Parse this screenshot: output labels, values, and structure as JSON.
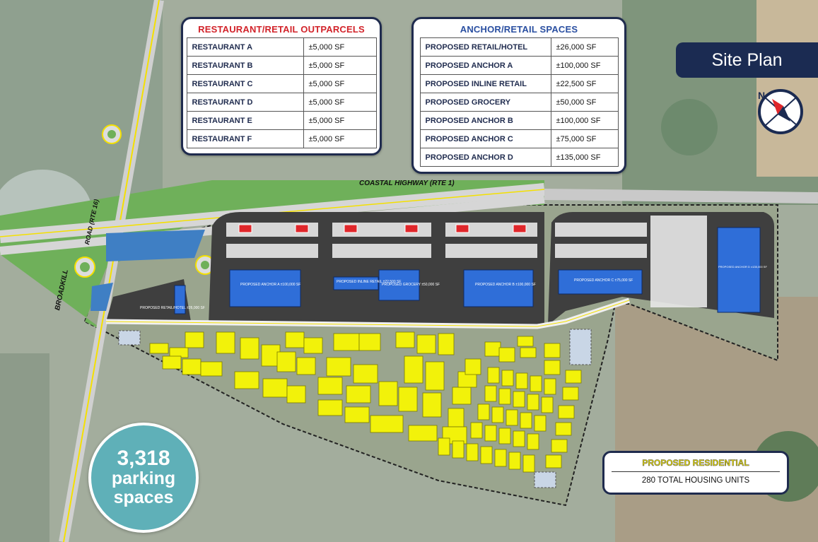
{
  "title": "Site Plan",
  "outparcels": {
    "title": "RESTAURANT/RETAIL OUTPARCELS",
    "rows": [
      {
        "name": "RESTAURANT A",
        "sf": "±5,000 SF"
      },
      {
        "name": "RESTAURANT B",
        "sf": "±5,000 SF"
      },
      {
        "name": "RESTAURANT C",
        "sf": "±5,000 SF"
      },
      {
        "name": "RESTAURANT D",
        "sf": "±5,000 SF"
      },
      {
        "name": "RESTAURANT E",
        "sf": "±5,000 SF"
      },
      {
        "name": "RESTAURANT F",
        "sf": "±5,000 SF"
      }
    ]
  },
  "anchor": {
    "title": "ANCHOR/RETAIL SPACES",
    "rows": [
      {
        "name": "PROPOSED RETAIL/HOTEL",
        "sf": "±26,000 SF"
      },
      {
        "name": "PROPOSED ANCHOR A",
        "sf": "±100,000 SF"
      },
      {
        "name": "PROPOSED INLINE RETAIL",
        "sf": "±22,500 SF"
      },
      {
        "name": "PROPOSED GROCERY",
        "sf": "±50,000 SF"
      },
      {
        "name": "PROPOSED ANCHOR B",
        "sf": "±100,000 SF"
      },
      {
        "name": "PROPOSED ANCHOR C",
        "sf": "±75,000 SF"
      },
      {
        "name": "PROPOSED ANCHOR D",
        "sf": "±135,000 SF"
      }
    ]
  },
  "parking": {
    "number": "3,318",
    "line1": "parking",
    "line2": "spaces"
  },
  "residential": {
    "title": "PROPOSED RESIDENTIAL",
    "subtitle": "280 TOTAL HOUSING UNITS"
  },
  "roads": {
    "highway": "COASTAL HIGHWAY (RTE 1)",
    "broadkill": "BROADKILL",
    "road16": "ROAD (RTE 16)"
  },
  "buildings": {
    "anchor_a": "PROPOSED ANCHOR A ±100,000 SF",
    "inline": "PROPOSED INLINE RETAIL ±22,500 SF",
    "grocery": "PROPOSED GROCERY ±50,000 SF",
    "anchor_b": "PROPOSED ANCHOR B ±100,000 SF",
    "anchor_c": "PROPOSED ANCHOR C ±75,000 SF",
    "anchor_d": "PROPOSED ANCHOR D ±135,000 SF",
    "retail_hotel": "PROPOSED RETAIL/HOTEL ±26,000 SF"
  },
  "colors": {
    "residential": "#f2f20a",
    "building": "#2f6ed8",
    "outparcel": "#e0262a",
    "navy": "#1b2b52",
    "teal": "#5fb0b8"
  }
}
